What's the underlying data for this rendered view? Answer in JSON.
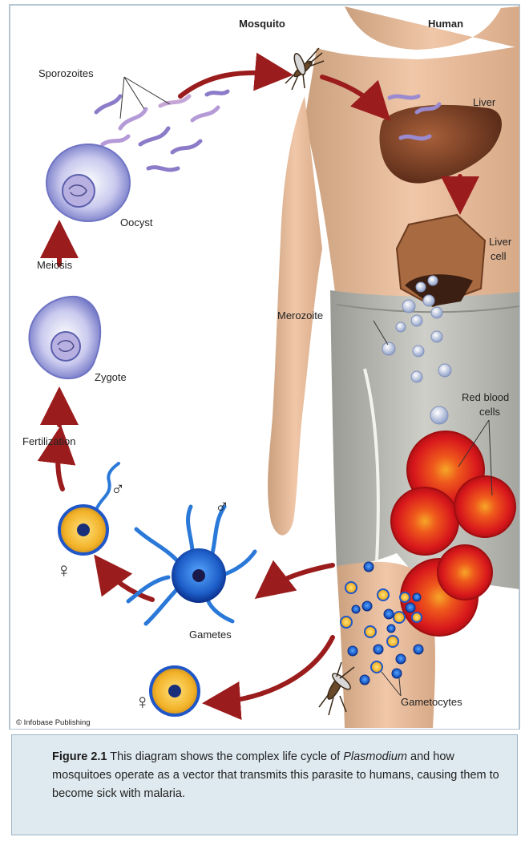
{
  "header": {
    "mosquito": "Mosquito",
    "human": "Human"
  },
  "labels": {
    "sporozoites": "Sporozoites",
    "oocyst": "Oocyst",
    "meiosis": "Meiosis",
    "zygote": "Zygote",
    "fertilization": "Fertilization",
    "gametes": "Gametes",
    "liver": "Liver",
    "liver_cell_1": "Liver",
    "liver_cell_2": "cell",
    "merozoite": "Merozoite",
    "red_blood_1": "Red blood",
    "red_blood_2": "cells",
    "gametocytes": "Gametocytes",
    "male_symbol": "♂",
    "female_symbol": "♀"
  },
  "credit": "© Infobase Publishing",
  "caption": {
    "figure_number": "Figure 2.1",
    "text_1": "This diagram shows the complex life cycle of",
    "italic_word": "Plasmodium",
    "text_2": "and how mosquitoes operate as a vector that transmits this parasite to humans, causing them to become sick with malaria."
  },
  "colors": {
    "arrow": "#9b1c1c",
    "skin": "#e5b697",
    "shorts": "#b8b8b2",
    "liver": "#7a4128",
    "red_cell": "#d8181c",
    "cell_blue": "#6e7ac8",
    "gamete_blue": "#2057c8",
    "gamete_yellow": "#f2b229",
    "caption_bg": "#dfeaf0"
  }
}
